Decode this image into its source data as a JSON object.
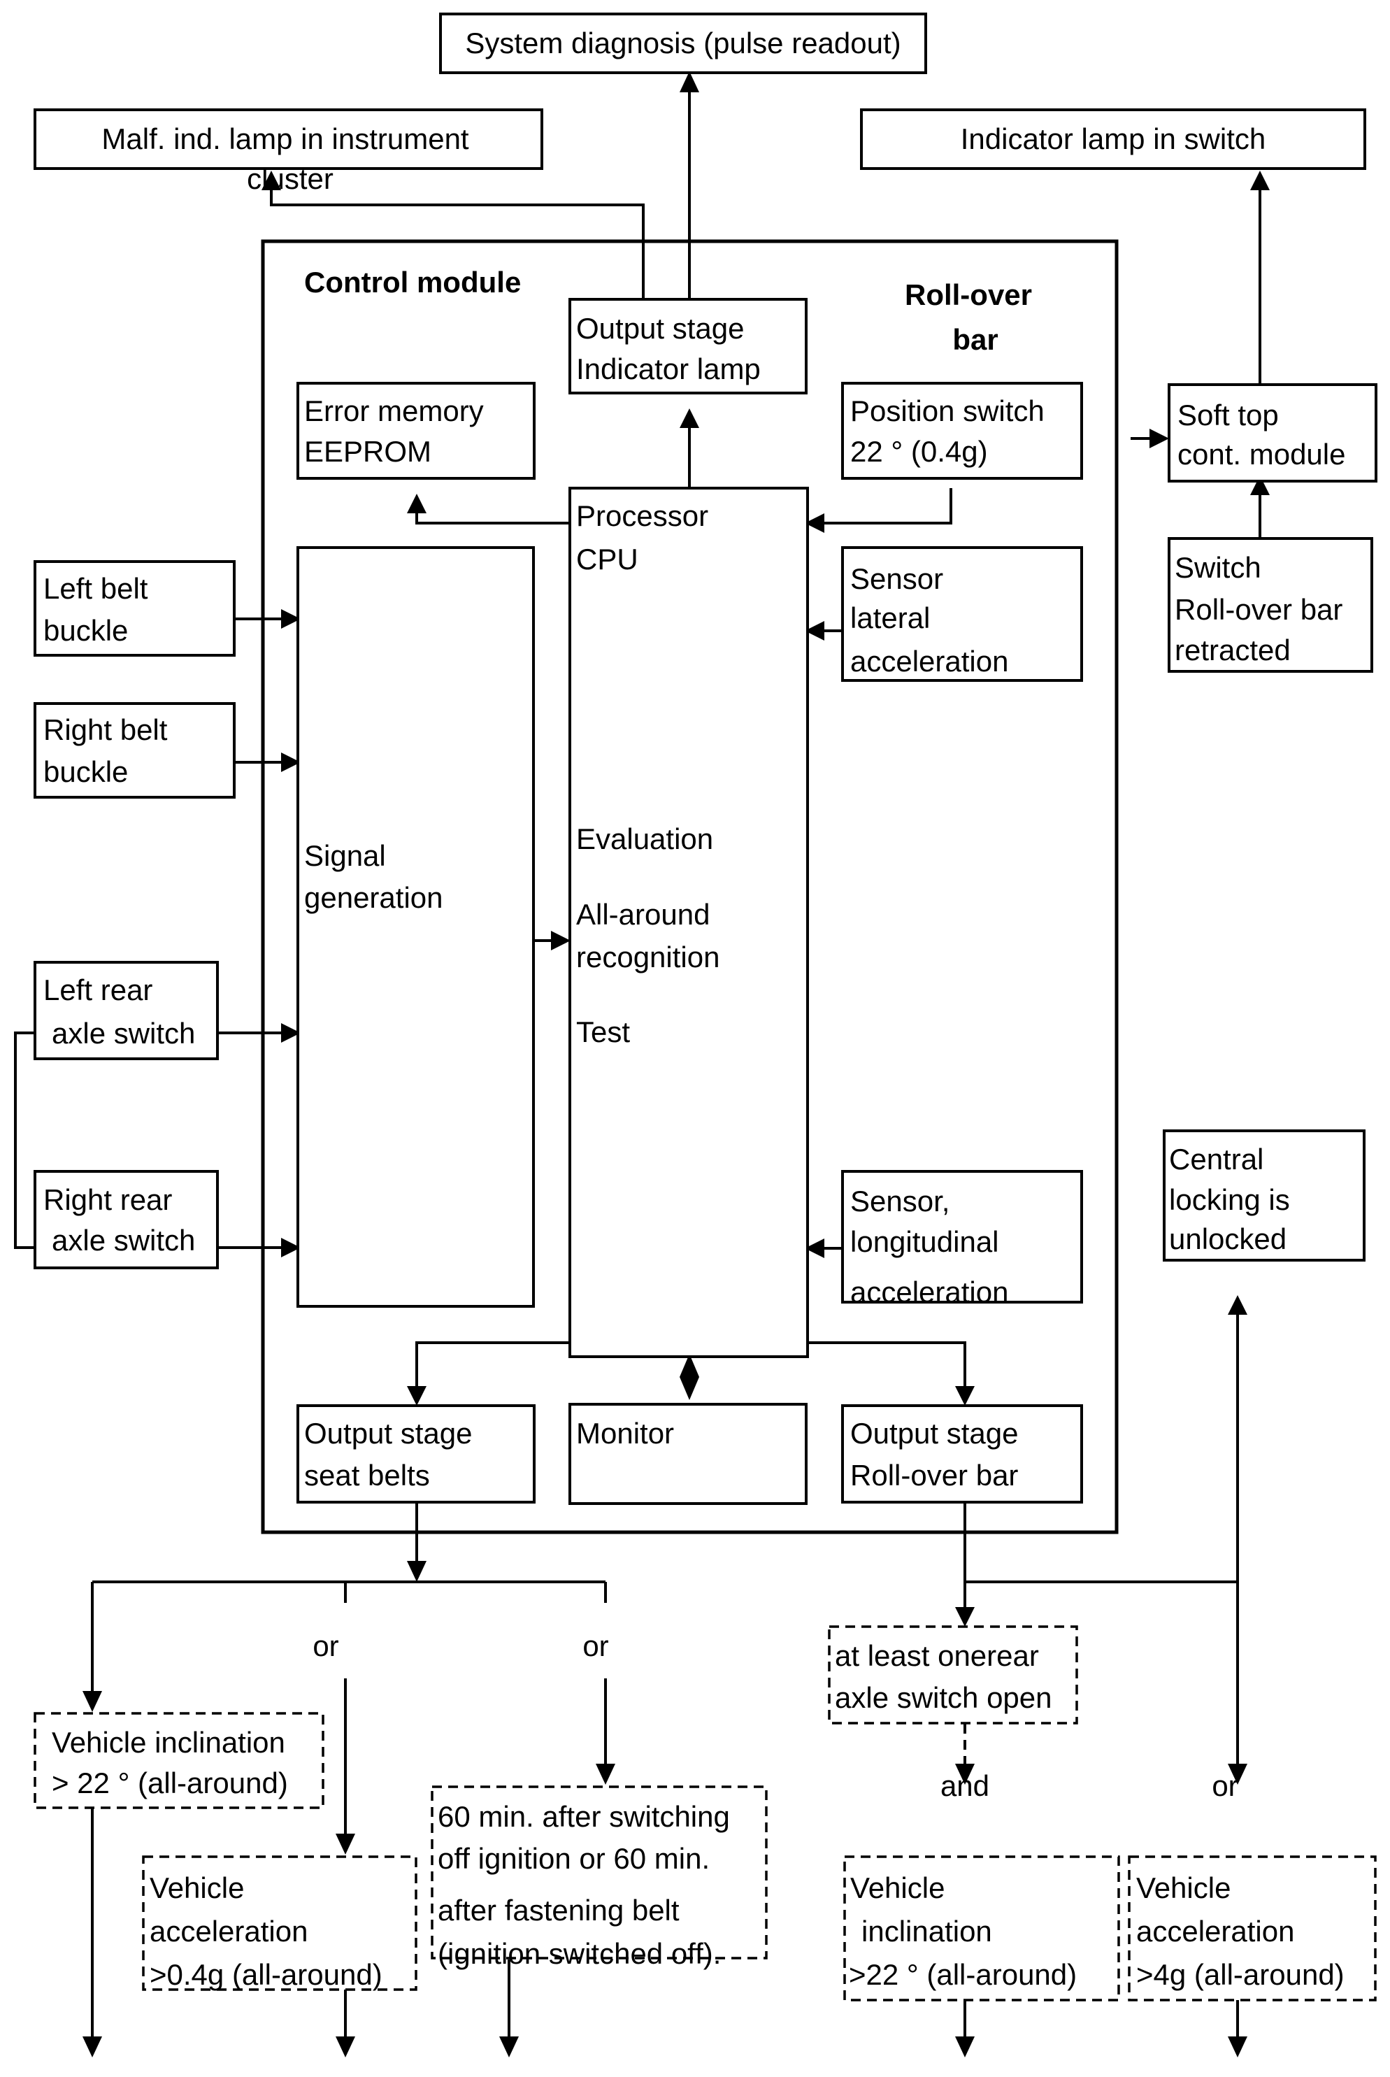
{
  "boxes": {
    "system_diagnosis": "System diagnosis (pulse readout)",
    "malf_lamp": [
      "Malf. ind. lamp in instrument",
      "cluster"
    ],
    "indicator_lamp_switch": "Indicator lamp in switch",
    "control_module": "Control module",
    "roll_over_bar": [
      "Roll-over",
      "bar"
    ],
    "output_stage_indicator": [
      "Output stage",
      "Indicator lamp"
    ],
    "error_memory": [
      "Error memory",
      "EEPROM"
    ],
    "position_switch": [
      "Position switch",
      "22 ° (0.4g)"
    ],
    "soft_top": [
      "Soft top",
      "cont. module"
    ],
    "processor": [
      "Processor",
      "CPU"
    ],
    "sensor_lateral": [
      "Sensor",
      "lateral",
      "acceleration"
    ],
    "switch_retracted": [
      "Switch",
      "Roll-over bar",
      "retracted"
    ],
    "left_belt": [
      "Left belt",
      "buckle"
    ],
    "right_belt": [
      "Right belt",
      "buckle"
    ],
    "signal_generation": [
      "Signal",
      "generation"
    ],
    "cpu_functions": [
      "Evaluation",
      "All-around",
      "recognition",
      "Test"
    ],
    "left_rear_axle": [
      "Left rear",
      "axle switch"
    ],
    "right_rear_axle": [
      "Right rear",
      "axle switch"
    ],
    "central_locking": [
      "Central",
      "locking is",
      "unlocked"
    ],
    "sensor_longitudinal": [
      "Sensor,",
      "longitudinal",
      "acceleration"
    ],
    "output_stage_seat_belts": [
      "Output stage",
      "seat belts"
    ],
    "monitor": "Monitor",
    "output_stage_rollover": [
      "Output stage",
      "Roll-over bar"
    ]
  },
  "conditions": {
    "vehicle_inclination_belts": [
      "Vehicle inclination",
      "> 22 ° (all-around)"
    ],
    "vehicle_accel_belts": [
      "Vehicle",
      "acceleration",
      ">0.4g (all-around)"
    ],
    "sixty_min": [
      "60 min. after switching",
      "off ignition or 60 min.",
      "after fastening belt",
      "(ignition switched off)."
    ],
    "rear_axle_open": [
      "at least onerear",
      "axle switch open"
    ],
    "vehicle_inclination_bar": [
      "Vehicle",
      "inclination",
      ">22 ° (all-around)"
    ],
    "vehicle_accel_bar": [
      "Vehicle",
      "acceleration",
      ">4g (all-around)"
    ]
  },
  "connectors": {
    "or_1": "or",
    "or_2": "or",
    "and": "and",
    "or_3": "or"
  }
}
